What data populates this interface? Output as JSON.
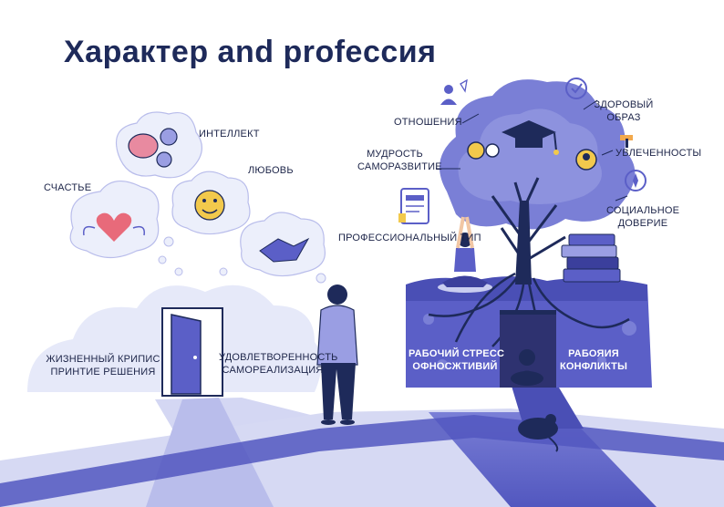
{
  "title": "Характер and profeссия",
  "labels": {
    "intellect": "ИНТЕЛЛЕКТ",
    "happiness": "СЧАСТЬЕ",
    "love": "ЛЮБОВЬ",
    "life_crisis_1": "ЖИЗНЕННЫЙ КРИПИС",
    "life_crisis_2": "ПРИНТИЕ РЕШЕНИЯ",
    "satisfaction_1": "УДОВЛЕТВОРЕННОСТЬ",
    "satisfaction_2": "САМОРЕАЛИЗАЦИЯ",
    "relations": "ОТНОШЕНИЯ",
    "wisdom_1": "МУДРОСТЬ",
    "wisdom_2": "САМОРАЗВИТИЕ",
    "prof_type": "ПРОФЕССИОНАЛЬНЫЙ ТИП",
    "healthy_1": "ЗДОРОВЫЙ",
    "healthy_2": "ОБРАЗ",
    "passion": "УВЛЕЧЕННОСТЫ",
    "trust_1": "СОЦИАЛЬНОЕ",
    "trust_2": "ДОВЕРИЕ",
    "stress_1": "РАБОЧИЙ СТРЕСС",
    "stress_2": "ОФНОСЖТИВИЙ",
    "conflict_1": "РАБОЯИЯ",
    "conflict_2": "КОНФЛИКТЫ"
  },
  "icons": [
    "brain-icon",
    "gear-icon",
    "heart-icon",
    "smiley-icon",
    "handshake-icon",
    "door-icon",
    "person-icon",
    "graduation-cap-icon",
    "books-icon",
    "checkmark-icon",
    "user-icon",
    "compass-icon",
    "document-icon",
    "yoga-person-icon",
    "lamp-icon"
  ],
  "colors": {
    "primary": "#5b5fc7",
    "dark": "#1e2a5a",
    "light": "#dfe3f7",
    "sky": "#eef0fb"
  }
}
